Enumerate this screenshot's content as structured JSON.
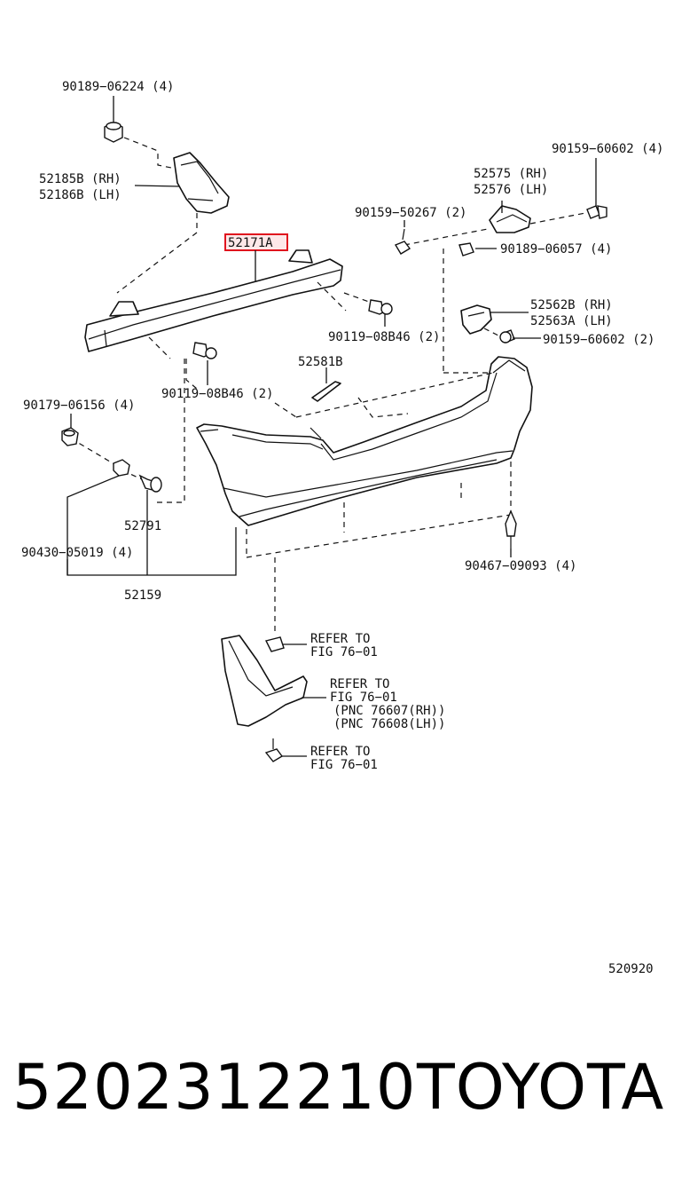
{
  "labels": {
    "l90189_06224": "90189−06224 (4)",
    "l52185B": "52185B (RH)",
    "l52186B": "52186B (LH)",
    "l52171A": "52171A",
    "l90159_60602_top": "90159−60602 (4)",
    "l52575": "52575 (RH)",
    "l52576": "52576 (LH)",
    "l90159_50267": "90159−50267 (2)",
    "l90189_06057": "90189−06057 (4)",
    "l52562B": "52562B (RH)",
    "l52563A": "52563A (LH)",
    "l90119_08B46_right": "90119−08B46 (2)",
    "l90159_60602_mid": "90159−60602 (2)",
    "l52581B": "52581B",
    "l90119_08B46_left": "90119−08B46 (2)",
    "l90179_06156": "90179−06156 (4)",
    "l52791": "52791",
    "l90430_05019": "90430−05019 (4)",
    "l52159": "52159",
    "l90467_09093": "90467−09093 (4)",
    "refer1_a": "REFER TO",
    "refer1_b": "FIG 76−01",
    "refer2_a": "REFER TO",
    "refer2_b": "FIG 76−01",
    "refer2_c": "(PNC 76607(RH))",
    "refer2_d": "(PNC 76608(LH))",
    "refer3_a": "REFER TO",
    "refer3_b": "FIG 76−01"
  },
  "highlight_color": "#e0141e",
  "figure_code": "520920",
  "catalog_number": "5202312210",
  "brand": "TOYOTA"
}
